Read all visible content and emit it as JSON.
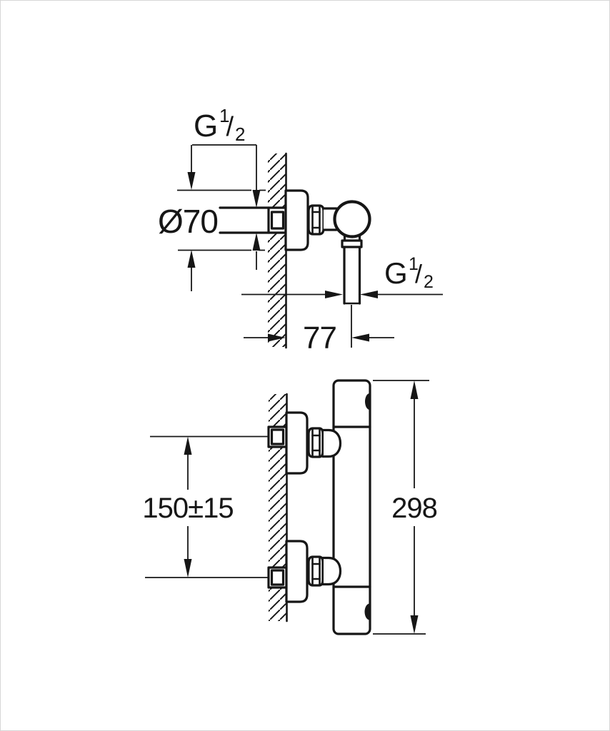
{
  "page": {
    "background": "#ffffff",
    "ink": "#161616",
    "border": "#d6d6d6"
  },
  "drawing": {
    "views": [
      {
        "id": "top-view",
        "dimension_labels": [
          "G 1/2",
          "Ø70",
          "G 1/2",
          "77"
        ]
      },
      {
        "id": "front-view",
        "dimension_labels": [
          "150±15",
          "298"
        ]
      }
    ],
    "labels": {
      "thread_g": "G",
      "thread_num": "1",
      "thread_slash": "/",
      "thread_den": "2",
      "flange_diameter": "Ø70",
      "wall_to_outlet": "77",
      "inlet_spacing": "150±15",
      "body_height": "298"
    }
  }
}
